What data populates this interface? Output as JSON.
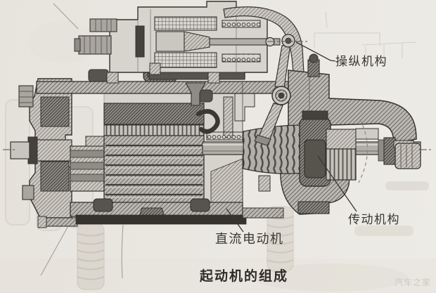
{
  "figure": {
    "labels": {
      "operating_mechanism": "操纵机构",
      "transmission_mechanism": "传动机构",
      "dc_motor": "直流电动机"
    },
    "caption": "起动机的组成",
    "watermark": "汽车之家",
    "colors": {
      "paper": "#eae7e1",
      "ink": "#35322d",
      "label_text": "#3a3733",
      "caption_text": "#2f2c27",
      "watermark_text": "#cdc8c1"
    }
  }
}
